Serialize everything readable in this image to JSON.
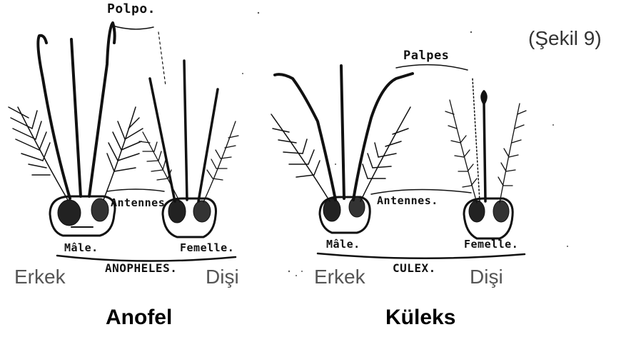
{
  "figure_caption": "(Şekil 9)",
  "left_panel": {
    "palp_label": "Polpo.",
    "antenna_label": "Antennes",
    "male_label": "Mâle.",
    "female_label": "Femelle.",
    "genus_label": "ANOPHELES.",
    "male_caption": "Erkek",
    "female_caption": "Dişi",
    "title": "Anofel"
  },
  "right_panel": {
    "palp_label": "Palpes",
    "antenna_label": "Antennes.",
    "male_label": "Mâle.",
    "female_label": "Femelle.",
    "genus_label": "CULEX.",
    "male_caption": "Erkek",
    "female_caption": "Dişi",
    "title": "Küleks"
  }
}
